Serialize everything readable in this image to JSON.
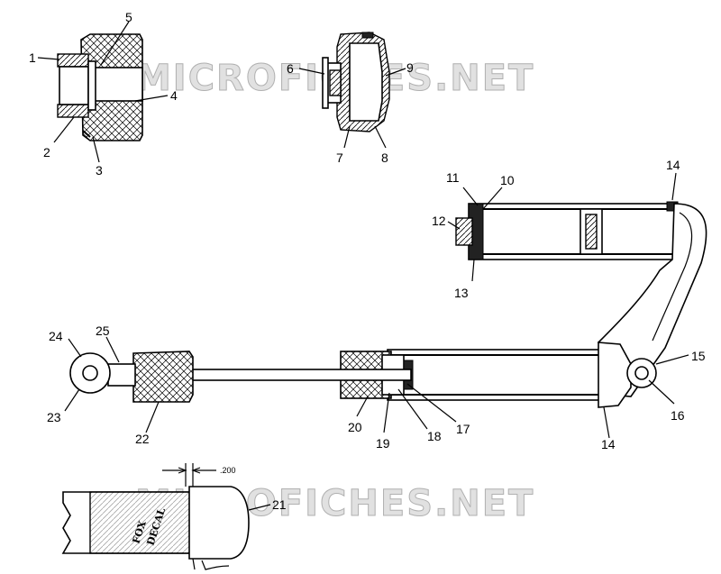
{
  "callouts": {
    "c1": "1",
    "c2": "2",
    "c3": "3",
    "c4": "4",
    "c5": "5",
    "c6": "6",
    "c7": "7",
    "c8": "8",
    "c9": "9",
    "c10": "10",
    "c11": "11",
    "c12": "12",
    "c13": "13",
    "c14a": "14",
    "c14b": "14",
    "c15": "15",
    "c16": "16",
    "c17": "17",
    "c18": "18",
    "c19": "19",
    "c20": "20",
    "c21": "21",
    "c22": "22",
    "c23": "23",
    "c24": "24",
    "c25": "25"
  },
  "dimension_label": ".200",
  "decal_text": [
    "FOX",
    "DECAL"
  ],
  "watermarks": [
    "MICROFICHES.NET",
    "MICROFICHES.NET"
  ]
}
